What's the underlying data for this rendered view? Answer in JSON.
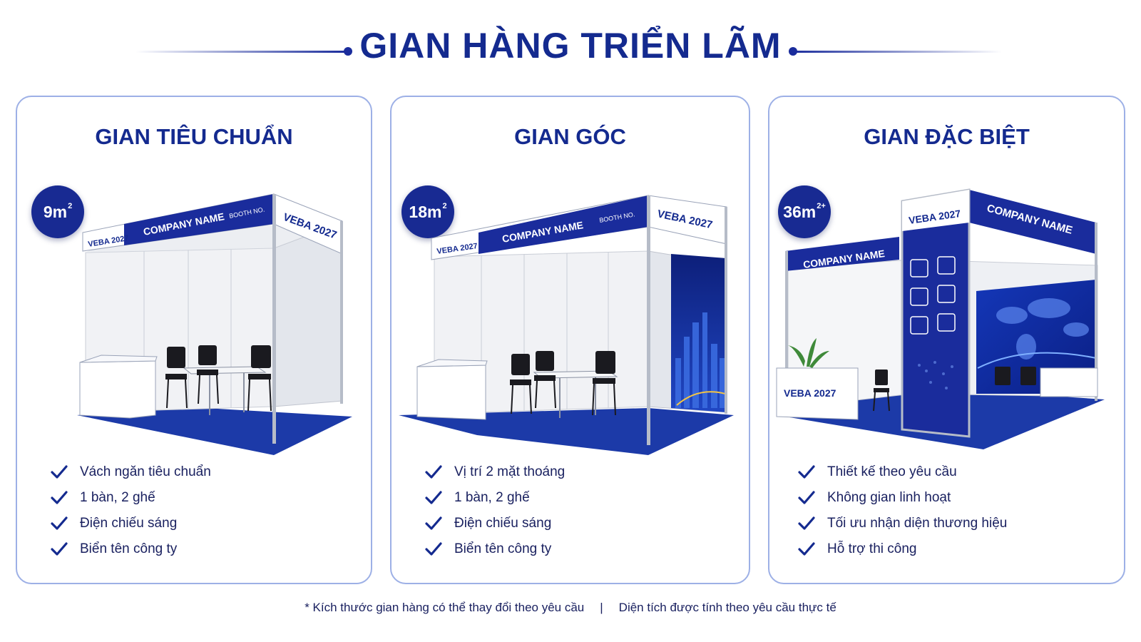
{
  "header": {
    "title": "GIAN HÀNG TRIỂN LÃM"
  },
  "cards": [
    {
      "title": "GIAN TIÊU CHUẨN",
      "size": "9m",
      "size_sup": "2",
      "signage": {
        "company": "COMPANY NAME",
        "booth": "BOOTH NO.",
        "brand": "VEBA 2027"
      },
      "features": [
        "Vách ngăn tiêu chuẩn",
        "1 bàn, 2 ghế",
        "Điện chiếu sáng",
        "Biển tên công ty"
      ]
    },
    {
      "title": "GIAN GÓC",
      "size": "18m",
      "size_sup": "2",
      "signage": {
        "company": "COMPANY NAME",
        "booth": "BOOTH NO.",
        "brand": "VEBA 2027"
      },
      "features": [
        "Vị trí 2 mặt thoáng",
        "1 bàn, 2 ghế",
        "Điện chiếu sáng",
        "Biển tên công ty"
      ]
    },
    {
      "title": "GIAN ĐẶC BIỆT",
      "size": "36m",
      "size_sup": "2+",
      "signage": {
        "company": "COMPANY NAME",
        "brand": "VEBA 2027"
      },
      "features": [
        "Thiết kế theo yêu cầu",
        "Không gian linh hoạt",
        "Tối ưu nhận diện thương hiệu",
        "Hỗ trợ thi công"
      ]
    }
  ],
  "footer": {
    "note_left": "* Kích thước gian hàng có thể thay đổi theo yêu cầu",
    "separator": "|",
    "note_right": "Diện tích được tính theo yêu cầu thực tế"
  },
  "colors": {
    "primary": "#142a8f",
    "accent_red": "#d8262c",
    "carpet": "#1c3aa8",
    "card_border": "#9db0e6"
  },
  "icons": [
    "check-icon",
    "booth-illustration",
    "city-skyline-graphic",
    "world-map-graphic",
    "plant-icon"
  ]
}
